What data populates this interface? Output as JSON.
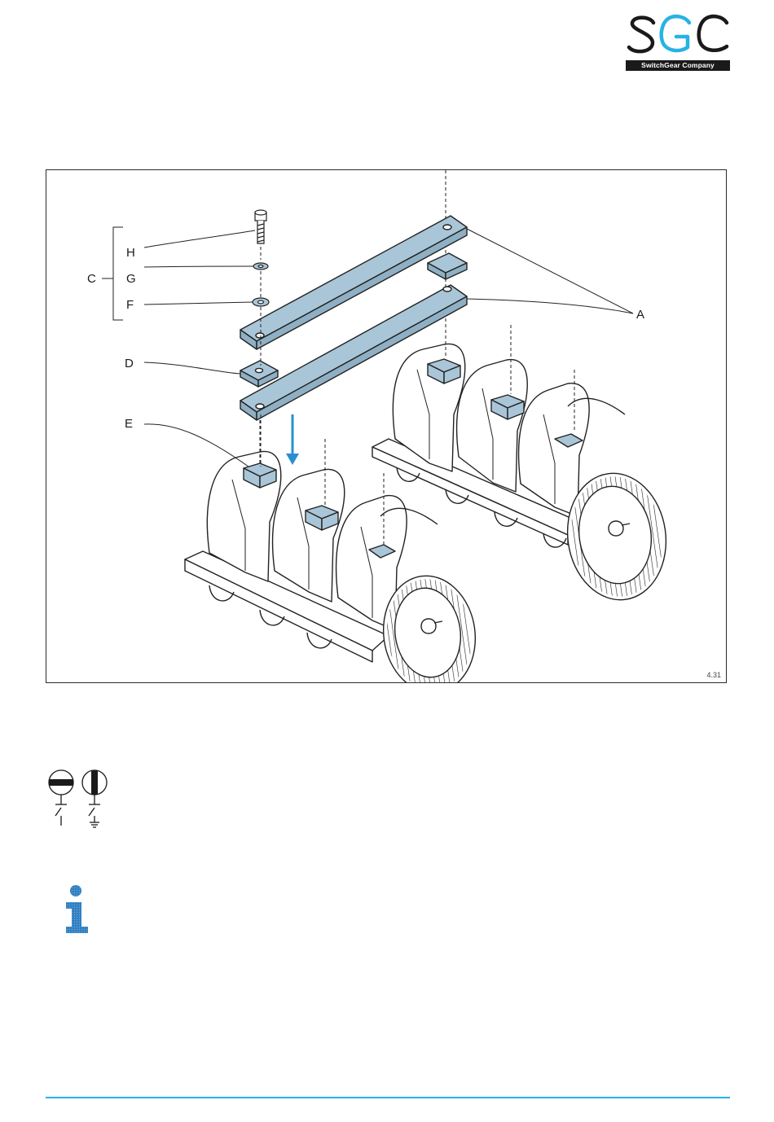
{
  "logo": {
    "letters": [
      "S",
      "G",
      "C"
    ],
    "tagline": "SwitchGear Company",
    "accent_color": "#27b3e4"
  },
  "figure": {
    "labels": {
      "A": "A",
      "C": "C",
      "D": "D",
      "E": "E",
      "F": "F",
      "G": "G",
      "H": "H"
    },
    "figure_number": "4.31",
    "arrow_color": "#2a8fd0",
    "part_fill": "#a9c6d8"
  },
  "symbols": {
    "icons": [
      "switch-disconnector-closed-icon",
      "earthing-switch-closed-icon"
    ]
  },
  "info": {
    "icon": "info-icon",
    "color": "#2f7fc1"
  },
  "footer": {
    "rule_color": "#27b3e4"
  }
}
